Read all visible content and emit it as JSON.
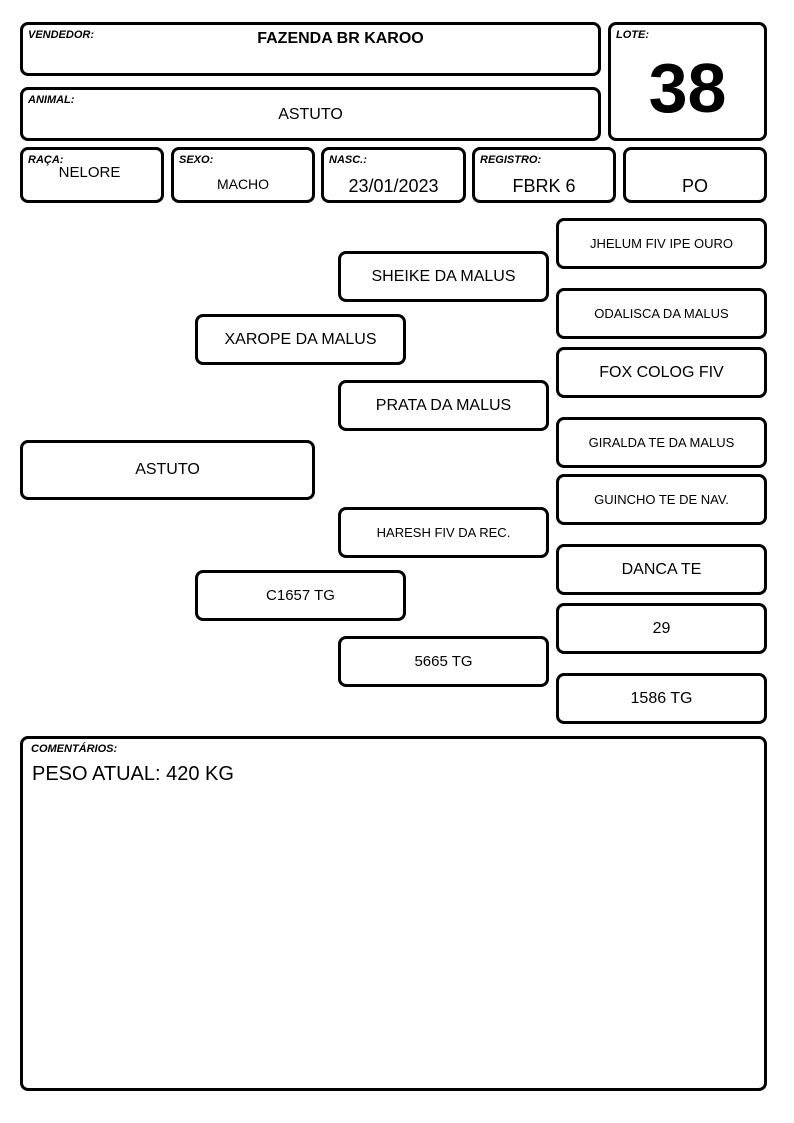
{
  "header": {
    "vendedor_label": "VENDEDOR:",
    "vendedor_value": "FAZENDA BR KAROO",
    "lote_label": "LOTE:",
    "lote_value": "38",
    "animal_label": "ANIMAL:",
    "animal_value": "ASTUTO"
  },
  "details": {
    "raca_label": "RAÇA:",
    "raca_value": "NELORE",
    "sexo_label": "SEXO:",
    "sexo_value": "MACHO",
    "nasc_label": "NASC.:",
    "nasc_value": "23/01/2023",
    "registro_label": "REGISTRO:",
    "registro_value": "FBRK 6",
    "categoria_value": "PO"
  },
  "pedigree": {
    "animal": "ASTUTO",
    "sire": "XAROPE DA MALUS",
    "sire_sire": "SHEIKE DA MALUS",
    "sire_dam": "PRATA DA MALUS",
    "sire_sire_sire": "JHELUM FIV IPE OURO",
    "sire_sire_dam": "ODALISCA DA MALUS",
    "sire_dam_sire": "FOX COLOG FIV",
    "sire_dam_dam": "GIRALDA TE DA MALUS",
    "dam": "C1657 TG",
    "dam_sire": "HARESH FIV DA REC.",
    "dam_dam": "5665 TG",
    "dam_sire_sire": "GUINCHO TE DE NAV.",
    "dam_sire_dam": "DANCA TE",
    "dam_dam_sire": "29",
    "dam_dam_dam": "1586 TG"
  },
  "comments": {
    "label": "COMENTÁRIOS:",
    "text": "PESO ATUAL: 420 KG"
  }
}
